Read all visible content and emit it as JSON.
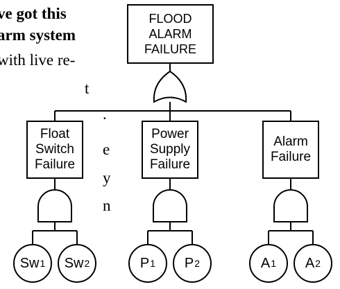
{
  "background_text": [
    {
      "text": "ve got this",
      "bold": true
    },
    {
      "text": "arm system",
      "bold": true
    },
    {
      "text": "with live re-",
      "bold": false
    },
    {
      "text": "t",
      "bold": false
    },
    {
      "text": ".",
      "bold": false
    },
    {
      "text": "e",
      "bold": false
    },
    {
      "text": "y",
      "bold": false
    },
    {
      "text": "n",
      "bold": false
    }
  ],
  "top_event": {
    "lines": [
      "FLOOD",
      "ALARM",
      "FAILURE"
    ]
  },
  "top_gate": {
    "type": "OR"
  },
  "intermediate_events": [
    {
      "lines": [
        "Float",
        "Switch",
        "Failure"
      ],
      "gate": "AND"
    },
    {
      "lines": [
        "Power",
        "Supply",
        "Failure"
      ],
      "gate": "AND"
    },
    {
      "lines": [
        "Alarm",
        "Failure"
      ],
      "gate": "AND"
    }
  ],
  "basic_events": [
    {
      "label": "Sw",
      "sub": "1"
    },
    {
      "label": "Sw",
      "sub": "2"
    },
    {
      "label": "P",
      "sub": "1"
    },
    {
      "label": "P",
      "sub": "2"
    },
    {
      "label": "A",
      "sub": "1"
    },
    {
      "label": "A",
      "sub": "2"
    }
  ]
}
